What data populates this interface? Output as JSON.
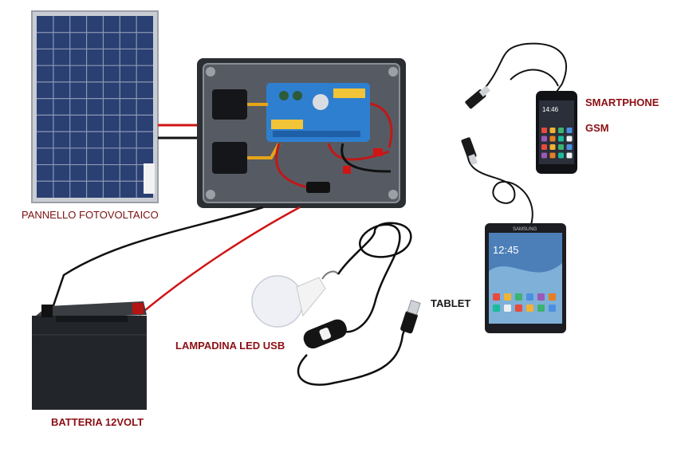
{
  "labels": {
    "solar_panel": "PANNELLO FOTOVOLTAICO",
    "battery": "BATTERIA 12VOLT",
    "led_bulb": "LAMPADINA LED USB",
    "tablet": "TABLET",
    "smartphone": "SMARTPHONE",
    "gsm": "GSM"
  },
  "device_text": {
    "smartphone_time": "14:46",
    "tablet_time": "12:45",
    "tablet_brand": "SAMSUNG"
  },
  "colors": {
    "positive_wire": "#d01515",
    "negative_wire": "#111111",
    "label_red": "#8b0f14",
    "controller_blue": "#2f7fd0",
    "panel_cell": "#2a3f72"
  }
}
